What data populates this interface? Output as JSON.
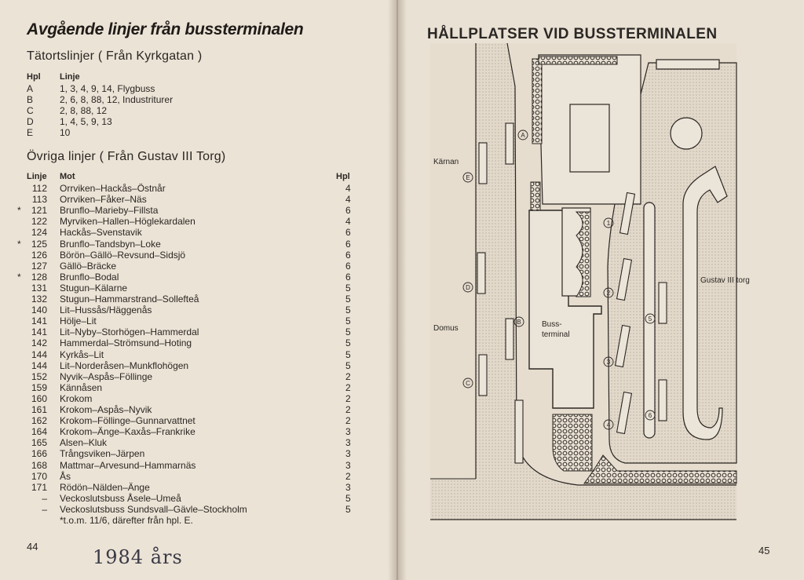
{
  "left_page": {
    "title": "Avgående linjer från bussterminalen",
    "section1_title": "Tätortslinjer ( Från Kyrkgatan )",
    "section1_headers": {
      "hpl": "Hpl",
      "linje": "Linje"
    },
    "section1_rows": [
      {
        "hpl": "A",
        "linje": "1, 3, 4, 9, 14, Flygbuss"
      },
      {
        "hpl": "B",
        "linje": "2, 6, 8, 88, 12, Industriturer"
      },
      {
        "hpl": "C",
        "linje": "2, 8, 88, 12"
      },
      {
        "hpl": "D",
        "linje": "1, 4, 5, 9, 13"
      },
      {
        "hpl": "E",
        "linje": "10"
      }
    ],
    "section2_title": "Övriga linjer ( Från Gustav III Torg)",
    "section2_headers": {
      "linje": "Linje",
      "mot": "Mot",
      "hpl": "Hpl"
    },
    "section2_rows": [
      {
        "star": "",
        "linje": "112",
        "mot": "Orrviken–Hackås–Östnår",
        "hpl": "4"
      },
      {
        "star": "",
        "linje": "113",
        "mot": "Orrviken–Fåker–Näs",
        "hpl": "4"
      },
      {
        "star": "*",
        "linje": "121",
        "mot": "Brunflo–Marieby–Fillsta",
        "hpl": "6"
      },
      {
        "star": "",
        "linje": "122",
        "mot": "Myrviken–Hallen–Höglekardalen",
        "hpl": "4"
      },
      {
        "star": "",
        "linje": "124",
        "mot": "Hackås–Svenstavik",
        "hpl": "6"
      },
      {
        "star": "*",
        "linje": "125",
        "mot": "Brunflo–Tandsbyn–Loke",
        "hpl": "6"
      },
      {
        "star": "",
        "linje": "126",
        "mot": "Börön–Gällö–Revsund–Sidsjö",
        "hpl": "6"
      },
      {
        "star": "",
        "linje": "127",
        "mot": "Gällö–Bräcke",
        "hpl": "6"
      },
      {
        "star": "*",
        "linje": "128",
        "mot": "Brunflo–Bodal",
        "hpl": "6"
      },
      {
        "star": "",
        "linje": "131",
        "mot": "Stugun–Kälarne",
        "hpl": "5"
      },
      {
        "star": "",
        "linje": "132",
        "mot": "Stugun–Hammarstrand–Sollefteå",
        "hpl": "5"
      },
      {
        "star": "",
        "linje": "140",
        "mot": "Lit–Hussås/Häggenås",
        "hpl": "5"
      },
      {
        "star": "",
        "linje": "141",
        "mot": "Hölje–Lit",
        "hpl": "5"
      },
      {
        "star": "",
        "linje": "141",
        "mot": "Lit–Nyby–Storhögen–Hammerdal",
        "hpl": "5"
      },
      {
        "star": "",
        "linje": "142",
        "mot": "Hammerdal–Strömsund–Hoting",
        "hpl": "5"
      },
      {
        "star": "",
        "linje": "144",
        "mot": "Kyrkås–Lit",
        "hpl": "5"
      },
      {
        "star": "",
        "linje": "144",
        "mot": "Lit–Norderåsen–Munkflohögen",
        "hpl": "5"
      },
      {
        "star": "",
        "linje": "152",
        "mot": "Nyvik–Aspås–Föllinge",
        "hpl": "2"
      },
      {
        "star": "",
        "linje": "159",
        "mot": "Kännåsen",
        "hpl": "2"
      },
      {
        "star": "",
        "linje": "160",
        "mot": "Krokom",
        "hpl": "2"
      },
      {
        "star": "",
        "linje": "161",
        "mot": "Krokom–Aspås–Nyvik",
        "hpl": "2"
      },
      {
        "star": "",
        "linje": "162",
        "mot": "Krokom–Föllinge–Gunnarvattnet",
        "hpl": "2"
      },
      {
        "star": "",
        "linje": "164",
        "mot": "Krokom–Änge–Kaxås–Frankrike",
        "hpl": "3"
      },
      {
        "star": "",
        "linje": "165",
        "mot": "Alsen–Kluk",
        "hpl": "3"
      },
      {
        "star": "",
        "linje": "166",
        "mot": "Trångsviken–Järpen",
        "hpl": "3"
      },
      {
        "star": "",
        "linje": "168",
        "mot": "Mattmar–Arvesund–Hammarnäs",
        "hpl": "3"
      },
      {
        "star": "",
        "linje": "170",
        "mot": "Ås",
        "hpl": "2"
      },
      {
        "star": "",
        "linje": "171",
        "mot": "Rödön–Nälden–Änge",
        "hpl": "3"
      },
      {
        "star": "",
        "linje": "–",
        "mot": "Veckoslutsbuss Åsele–Umeå",
        "hpl": "5"
      },
      {
        "star": "",
        "linje": "–",
        "mot": "Veckoslutsbuss Sundsvall–Gävle–Stockholm",
        "hpl": "5"
      }
    ],
    "footnote": "*t.o.m. 11/6, därefter från hpl. E.",
    "page_number": "44",
    "handwritten": "1984 års"
  },
  "right_page": {
    "title": "HÅLLPLATSER VID BUSSTERMINALEN",
    "labels": {
      "karnan": "Kärnan",
      "domus": "Domus",
      "gustav": "Gustav III torg",
      "terminal_1": "Buss-",
      "terminal_2": "terminal"
    },
    "stops_letters": [
      "A",
      "B",
      "C",
      "D",
      "E"
    ],
    "stops_numbers": [
      "1",
      "2",
      "3",
      "4",
      "5",
      "6"
    ],
    "page_number": "45"
  }
}
